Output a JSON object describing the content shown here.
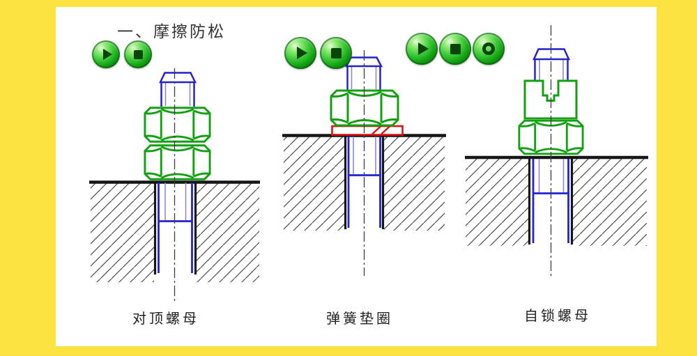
{
  "title": "一、摩擦防松",
  "diagrams": [
    {
      "label": "对顶螺母"
    },
    {
      "label": "弹簧垫圈"
    },
    {
      "label": "自锁螺母"
    }
  ],
  "media_controls": {
    "groups": [
      {
        "name": "group-1",
        "buttons": [
          "play-icon",
          "stop-icon"
        ]
      },
      {
        "name": "group-2",
        "buttons": [
          "play-icon",
          "stop-icon"
        ]
      },
      {
        "name": "group-3",
        "buttons": [
          "play-icon",
          "stop-icon",
          "record-icon"
        ]
      }
    ]
  },
  "colors": {
    "background_yellow": "#FCE23F",
    "panel_white": "#FFFFFF",
    "bolt_blue": "#2222D0",
    "thread_light_blue": "#8080D8",
    "nut_green": "#10A010",
    "washer_red": "#E01212",
    "plate_black": "#161616",
    "hatch_gray": "#4A4A4A",
    "button_green": "#12A212"
  }
}
